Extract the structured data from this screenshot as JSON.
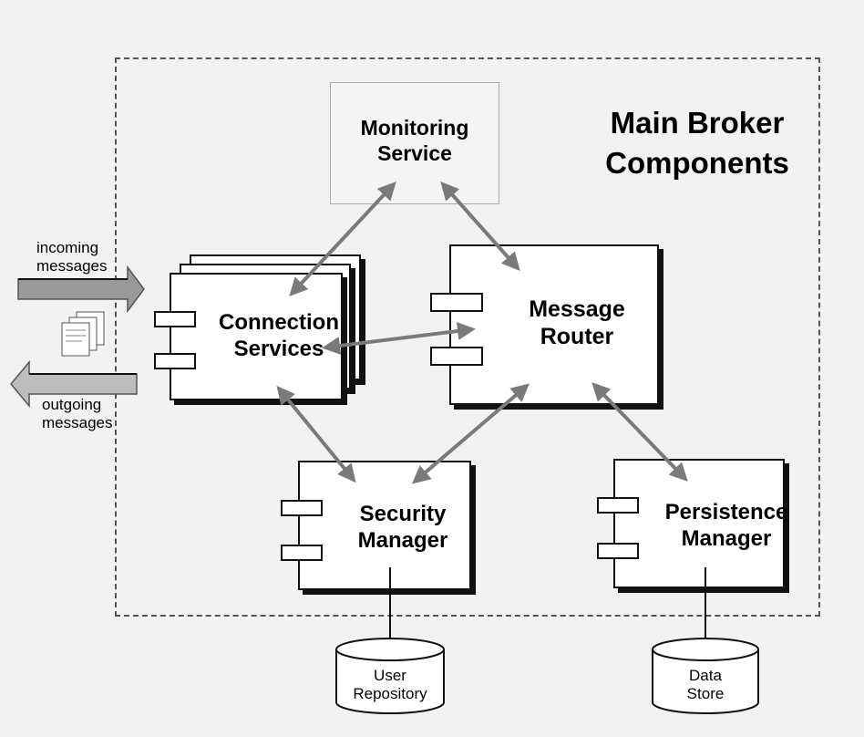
{
  "title_line1": "Main Broker",
  "title_line2": "Components",
  "components": {
    "monitoring": {
      "line1": "Monitoring",
      "line2": "Service"
    },
    "connection": {
      "line1": "Connection",
      "line2": "Services"
    },
    "router": {
      "line1": "Message",
      "line2": "Router"
    },
    "security": {
      "line1": "Security",
      "line2": "Manager"
    },
    "persistence": {
      "line1": "Persistence",
      "line2": "Manager"
    }
  },
  "stores": {
    "user_repo": {
      "line1": "User",
      "line2": "Repository"
    },
    "data_store": {
      "line1": "Data",
      "line2": "Store"
    }
  },
  "flows": {
    "incoming_line1": "incoming",
    "incoming_line2": "messages",
    "outgoing_line1": "outgoing",
    "outgoing_line2": "messages"
  },
  "colors": {
    "arrow": "#7a7a7a",
    "border": "#111111",
    "background": "#f2f2f2"
  }
}
